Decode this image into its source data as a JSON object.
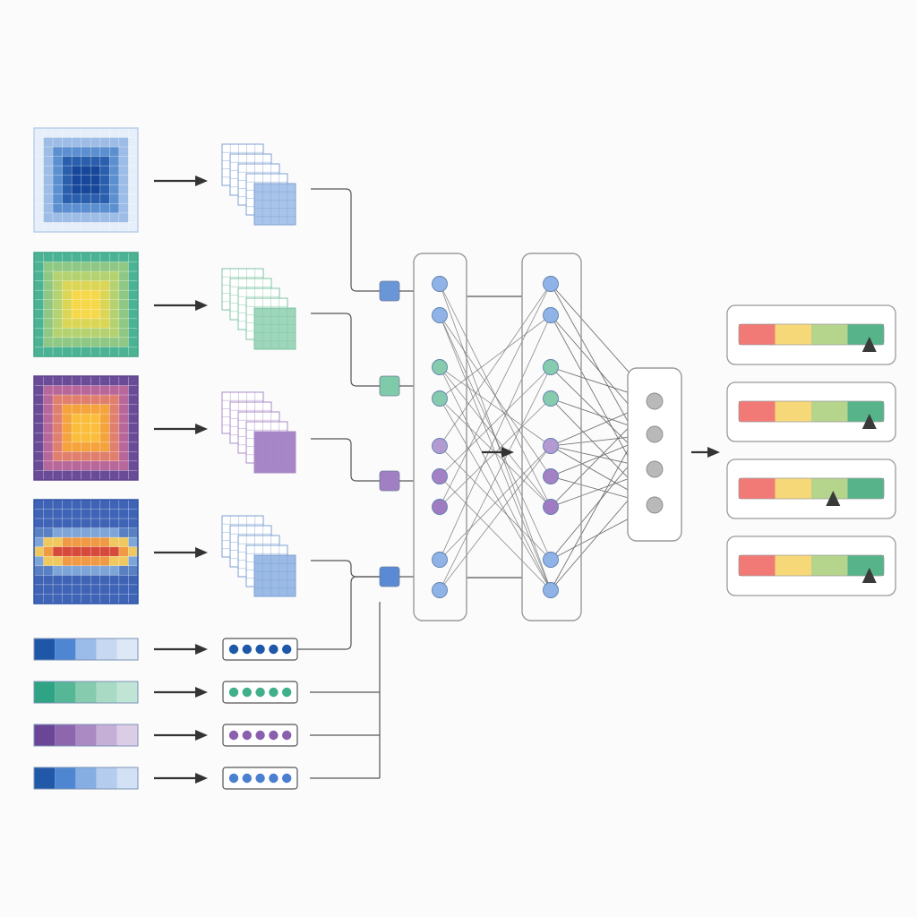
{
  "colors": {
    "background": "#fbfbfb",
    "line": "#555555",
    "border": "#9a9a9a",
    "arrow": "#333333",
    "grid_line": "#ffffff"
  },
  "map_inputs": [
    {
      "name": "blue-heatmap",
      "palette": [
        "#e6eef9",
        "#c9daf1",
        "#9dbce6",
        "#5b8fd0",
        "#2a5fae",
        "#17479a"
      ],
      "pattern": "center",
      "frame": "#bcd0ea",
      "stack_border": "#7d9fd0",
      "stack_fill": "#a9c4ea",
      "channel_color": "#6a95d6"
    },
    {
      "name": "green-heatmap",
      "palette": [
        "#4bb394",
        "#6dbe8f",
        "#8fc884",
        "#b5d270",
        "#dcd657",
        "#f6d84a"
      ],
      "pattern": "center",
      "frame": "#3fa585",
      "stack_border": "#7cc4a3",
      "stack_fill": "#9ed6bb",
      "channel_color": "#7fcba9"
    },
    {
      "name": "purple-heatmap",
      "palette": [
        "#6a4b98",
        "#8a56a0",
        "#b8679a",
        "#e07f6e",
        "#f5a33d",
        "#fbbe3c"
      ],
      "pattern": "center",
      "frame": "#5e4590",
      "stack_border": "#a98bc6",
      "stack_fill": "#a786c7",
      "channel_color": "#a07fc3"
    },
    {
      "name": "stripe-heatmap",
      "palette": [
        "#3f63b5",
        "#5a80c4",
        "#7ea5d8",
        "#efc95f",
        "#f09a45",
        "#d64a3b"
      ],
      "pattern": "stripe",
      "frame": "#2f55a8",
      "stack_border": "#7d9fd0",
      "stack_fill": "#9bbbe6",
      "channel_color": "#5b8ad4"
    }
  ],
  "vector_inputs": [
    {
      "name": "blue-vector",
      "cells": [
        "#1f57a8",
        "#4f86d2",
        "#9bbbe8",
        "#c7d8f2",
        "#dde8f7"
      ],
      "dot": "#1e58a8"
    },
    {
      "name": "green-vector",
      "cells": [
        "#2ea484",
        "#55b796",
        "#86cbae",
        "#a8dac4",
        "#c1e5d5"
      ],
      "dot": "#3fb089"
    },
    {
      "name": "purple-vector",
      "cells": [
        "#6b4596",
        "#8d66ae",
        "#ab8ac3",
        "#c6afd7",
        "#dccde6"
      ],
      "dot": "#8a5fae"
    },
    {
      "name": "blue-vector-2",
      "cells": [
        "#2258a8",
        "#4f86d2",
        "#86aee3",
        "#b4cdee",
        "#d2e1f5"
      ],
      "dot": "#4b7fd0"
    }
  ],
  "hidden_layer_colors": [
    "#8fb3e6",
    "#8fb3e6",
    "#86cbae",
    "#86cbae",
    "#b39bd2",
    "#a281c4",
    "#9f7cc1",
    "#8fb3e6",
    "#8fb3e6"
  ],
  "output_node_color": "#b9b9b9",
  "output_bars": {
    "segments": [
      "#f27a76",
      "#f7d878",
      "#b5d48c",
      "#56b38a"
    ],
    "markers": [
      0.9,
      0.9,
      0.65,
      0.9
    ]
  }
}
